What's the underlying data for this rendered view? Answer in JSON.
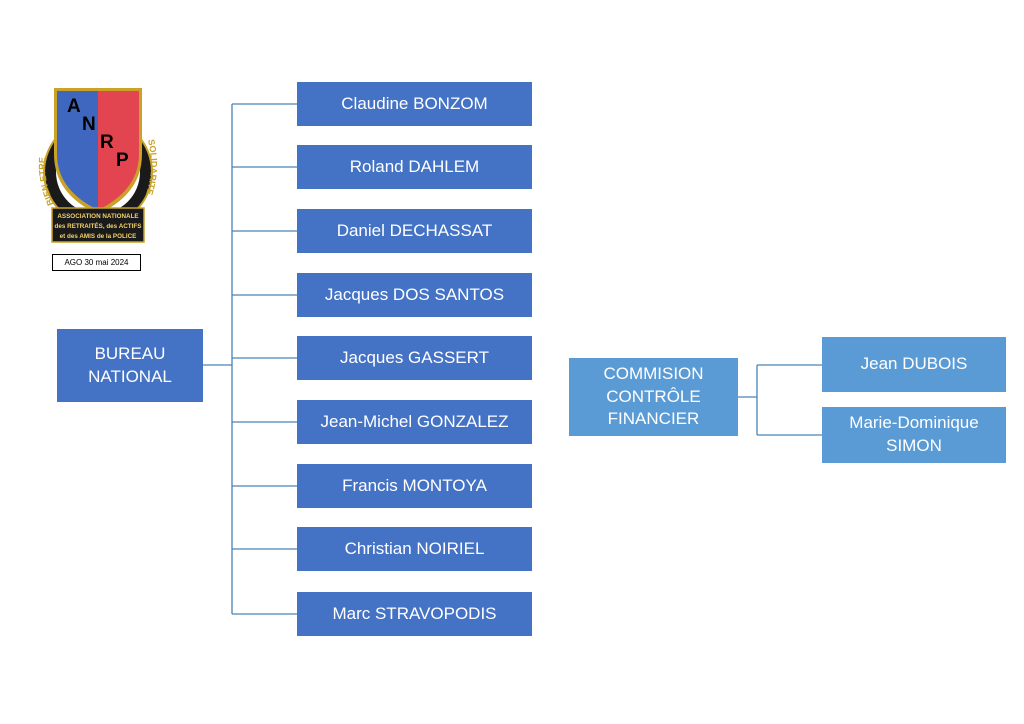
{
  "logo": {
    "letters": [
      "A",
      "N",
      "R",
      "P"
    ],
    "ribbon_left": "BIEN ETRE",
    "ribbon_right": "SOLIDARITE",
    "plaque_lines": [
      "ASSOCIATION NATIONALE",
      "des RETRAITÉS, des ACTIFS",
      "et des AMIS de la POLICE"
    ],
    "shield_colors": {
      "left": "#3f67c0",
      "right": "#e2454f",
      "border": "#c9a227"
    }
  },
  "caption": "AGO 30 mai 2024",
  "bureau": {
    "root": "BUREAU\nNATIONAL",
    "members": [
      "Claudine BONZOM",
      "Roland DAHLEM",
      "Daniel DECHASSAT",
      "Jacques DOS SANTOS",
      "Jacques GASSERT",
      "Jean-Michel GONZALEZ",
      "Francis MONTOYA",
      "Christian NOIRIEL",
      "Marc STRAVOPODIS"
    ]
  },
  "commission": {
    "root": "COMMISION\nCONTRÔLE\nFINANCIER",
    "members": [
      "Jean DUBOIS",
      "Marie-Dominique\nSIMON"
    ]
  },
  "colors": {
    "dark_box": "#4472c4",
    "light_box": "#5b9bd5",
    "connector": "#4a83b8"
  }
}
